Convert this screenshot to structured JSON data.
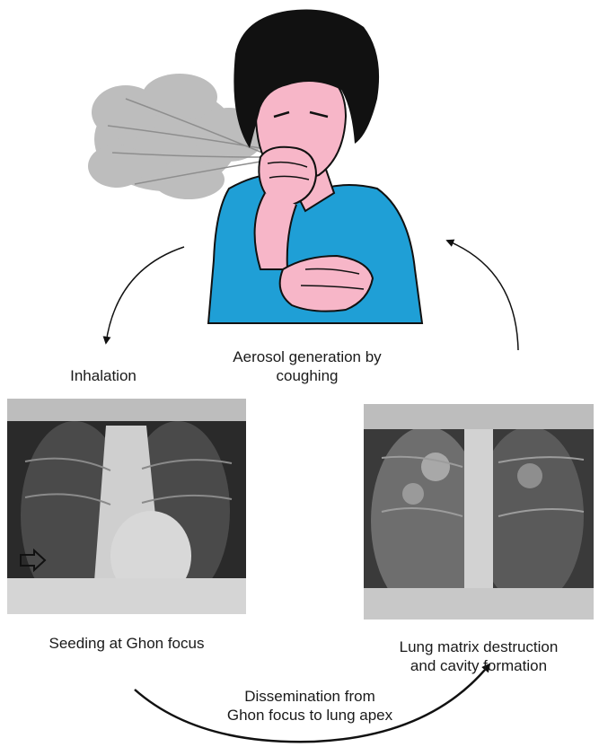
{
  "stages": {
    "aerosol_line1": "Aerosol  generation by",
    "aerosol_line2": "coughing",
    "inhalation": "Inhalation",
    "seeding": "Seeding at Ghon focus",
    "destruction_line1": "Lung matrix destruction",
    "destruction_line2": "and cavity formation",
    "dissemination_line1": "Dissemination from",
    "dissemination_line2": "Ghon focus to lung apex"
  },
  "colors": {
    "shirt": "#1f9fd6",
    "skin": "#f7b6c8",
    "hair": "#111111",
    "aerosol": "#b7b7b7",
    "arrow": "#111111"
  },
  "icons": {
    "ghon_marker": "outline-arrow-icon"
  }
}
